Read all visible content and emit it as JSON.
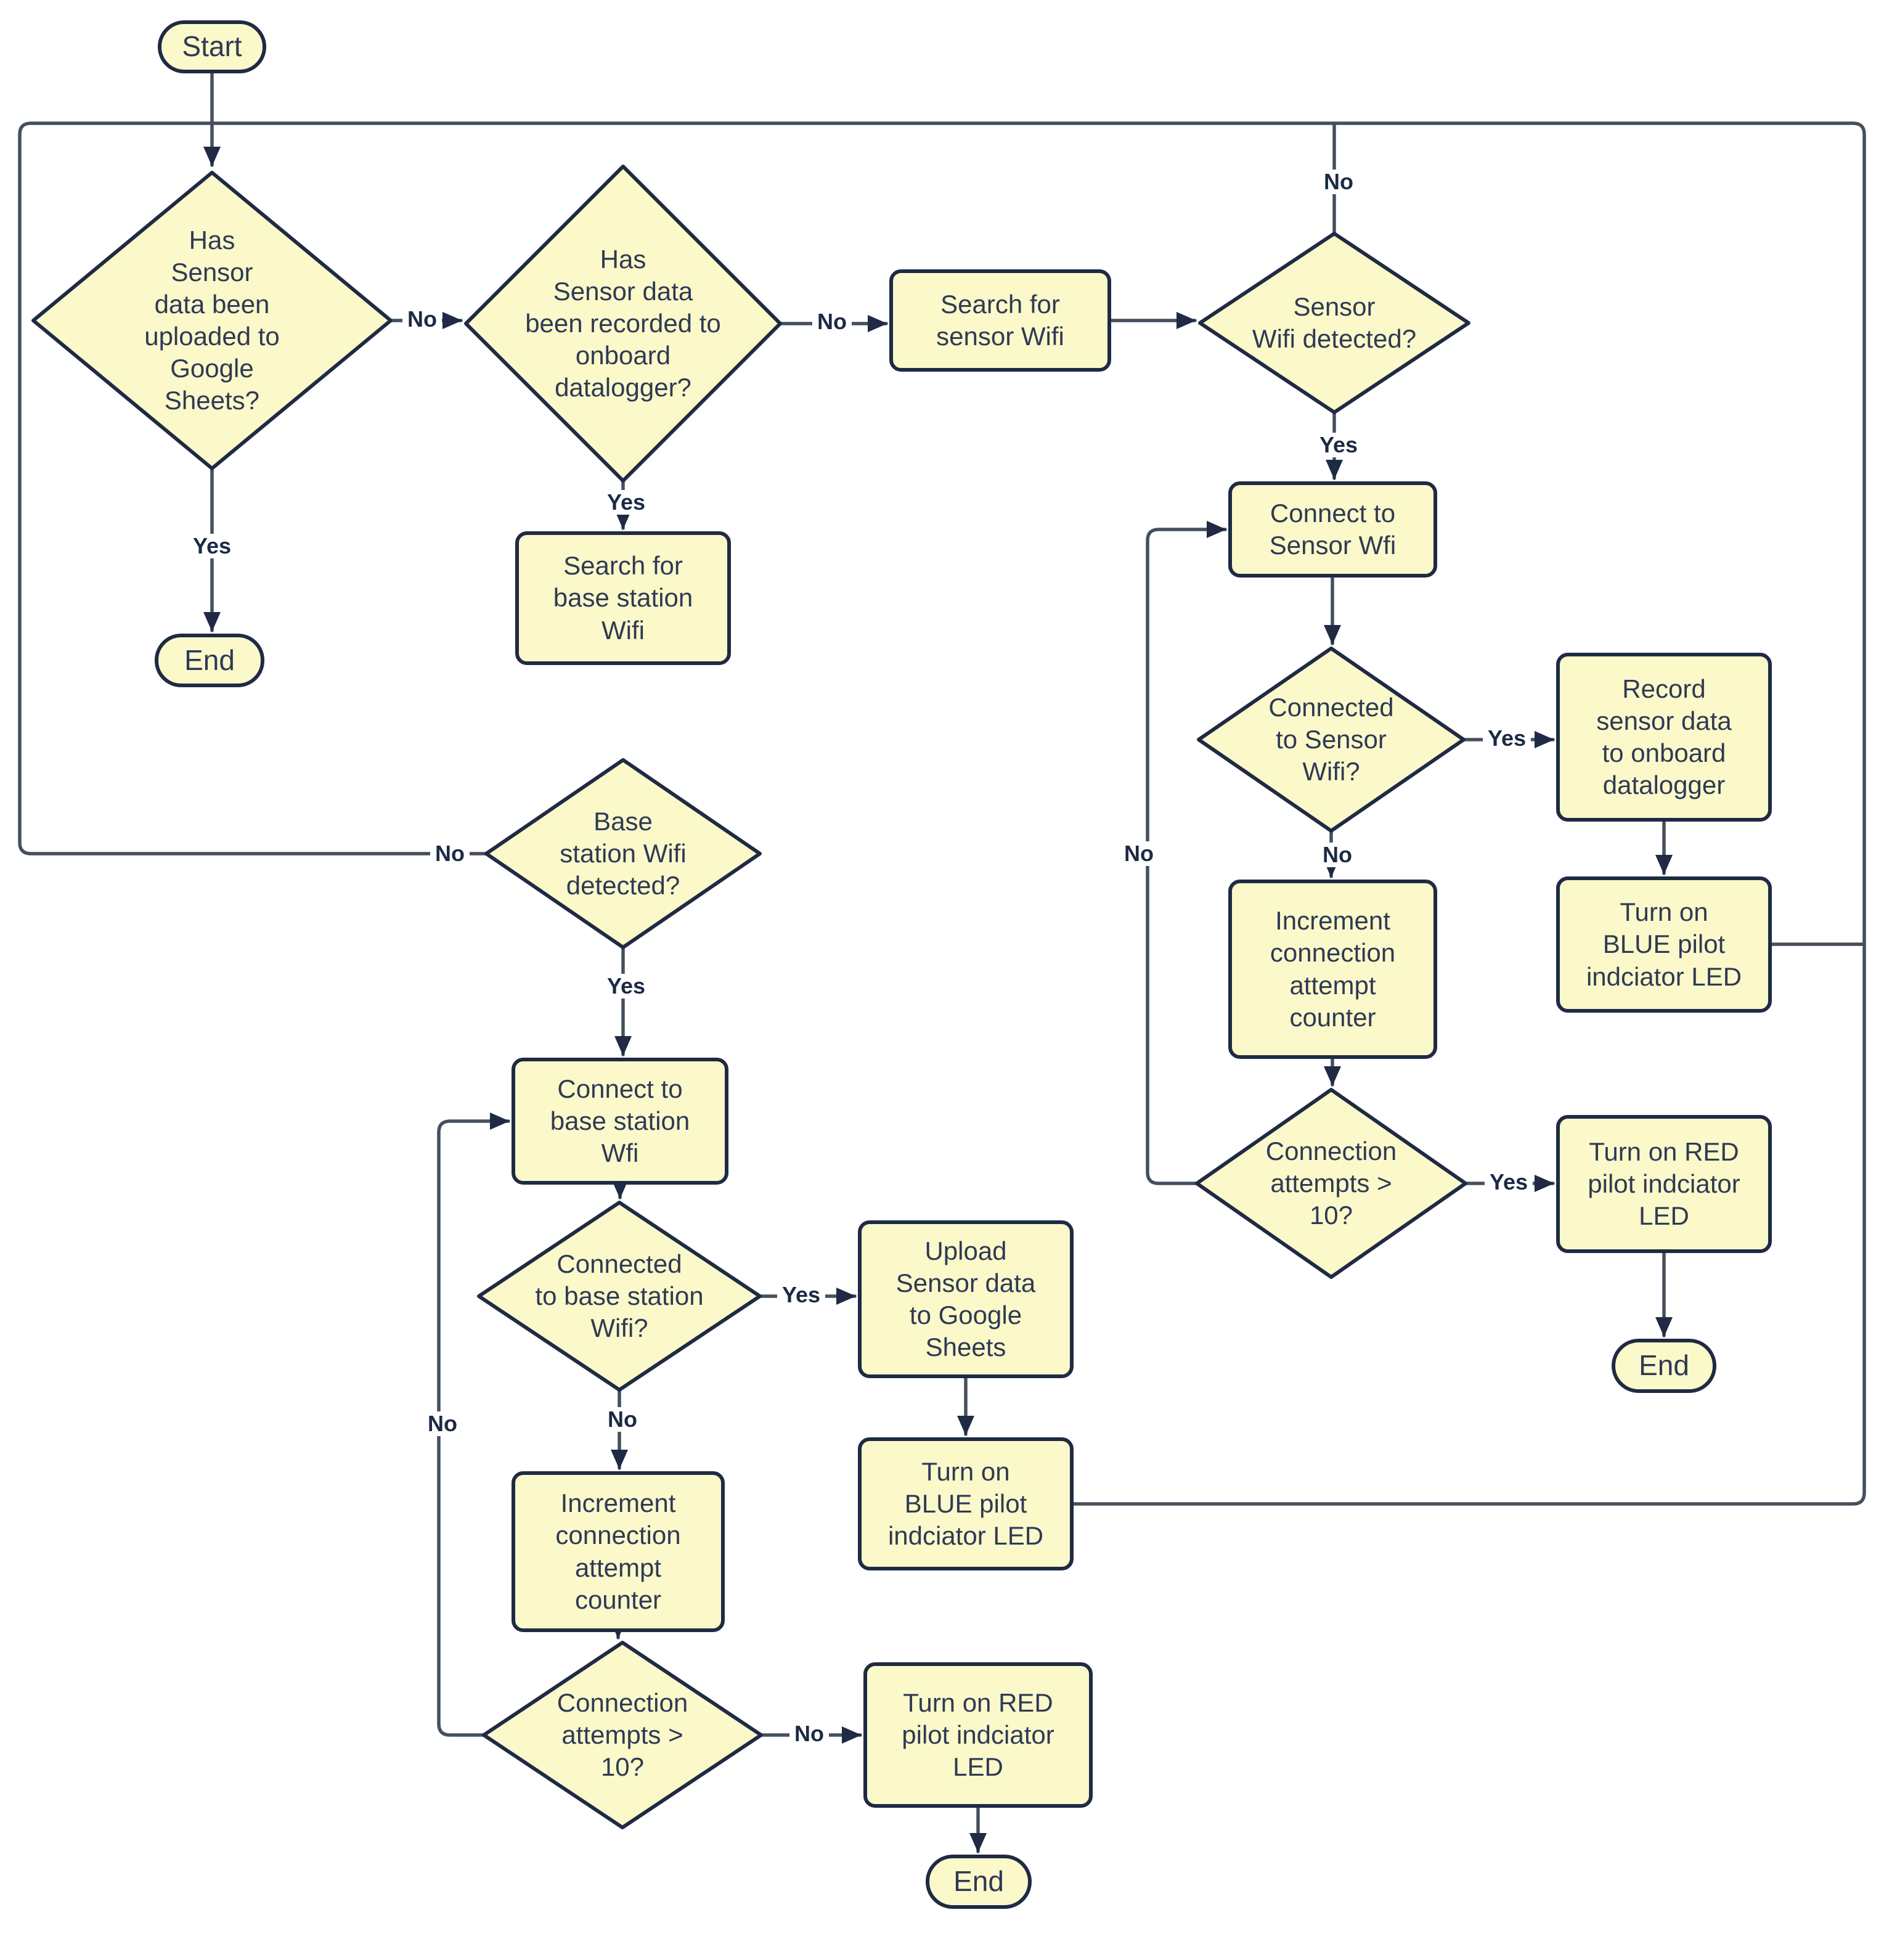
{
  "palette": {
    "background": "#ffffff",
    "node_fill": "#fbf8ca",
    "node_border": "#1f2a44",
    "wire": "#46505d",
    "node_text": "#2e3a54",
    "edge_label_text": "#1c2a44"
  },
  "nodes": {
    "start": "Start",
    "check_uploaded": "Has\nSensor\ndata been\nuploaded to\nGoogle\nSheets?",
    "end_left": "End",
    "check_recorded": "Has\nSensor data\nbeen recorded to\nonboard\ndatalogger?",
    "search_sensor_wifi": "Search for\nsensor Wifi",
    "sensor_wifi_detected": "Sensor\nWifi detected?",
    "connect_sensor_wifi": "Connect to\nSensor Wfi",
    "connected_sensor_wifi": "Connected\nto Sensor\nWifi?",
    "record_to_datalogger": "Record\nsensor data\nto onboard\ndatalogger",
    "blue_led_right": "Turn on\nBLUE pilot\nindciator LED",
    "increment_counter_right": "Increment\nconnection\nattempt\ncounter",
    "attempts_right": "Connection\nattempts >\n10?",
    "red_led_right": "Turn on RED\npilot indciator\nLED",
    "end_right": "End",
    "search_base_wifi": "Search for\nbase station\nWifi",
    "base_wifi_detected": "Base\nstation Wifi\ndetected?",
    "connect_base_wifi": "Connect to\nbase station\nWfi",
    "connected_base_wifi": "Connected\nto base station\nWifi?",
    "upload_to_sheets": "Upload\nSensor data\nto Google\nSheets",
    "blue_led_bottom": "Turn on\nBLUE pilot\nindciator LED",
    "increment_counter_left": "Increment\nconnection\nattempt\ncounter",
    "attempts_left": "Connection\nattempts >\n10?",
    "red_led_bottom": "Turn on RED\npilot indciator\nLED",
    "end_bottom": "End"
  },
  "edge_labels": {
    "uploaded_no": "No",
    "uploaded_yes": "Yes",
    "recorded_no": "No",
    "recorded_yes": "Yes",
    "sensor_detected_no": "No",
    "sensor_detected_yes": "Yes",
    "connected_sensor_yes": "Yes",
    "connected_sensor_no": "No",
    "attempts_right_yes": "Yes",
    "attempts_right_loop_no": "No",
    "base_detected_no": "No",
    "base_detected_yes": "Yes",
    "connected_base_yes": "Yes",
    "connected_base_no": "No",
    "attempts_left_no": "No",
    "attempts_left_loop_no": "No"
  }
}
